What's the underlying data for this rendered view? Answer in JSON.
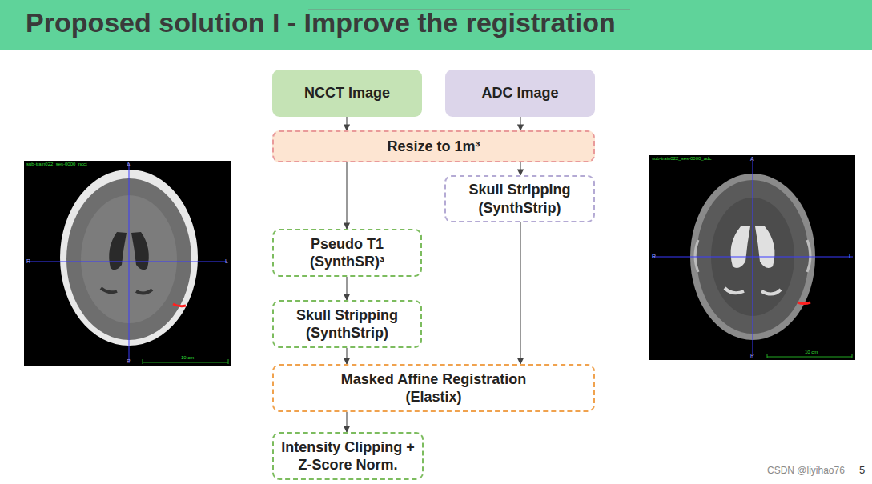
{
  "diagram": {
    "title": "Proposed solution I - Improve the registration",
    "nodes": [
      {
        "text": [
          "NCCT Image"
        ]
      },
      {
        "text": [
          "ADC Image"
        ]
      },
      {
        "text": [
          "Resize to 1m³"
        ]
      },
      {
        "text": [
          "Skull Stripping (SynthStrip)"
        ]
      },
      {
        "text": [
          "Pseudo T1 (SynthSR)³"
        ]
      },
      {
        "text": [
          "Skull Stripping (SynthStrip)"
        ]
      },
      {
        "text": [
          "Masked Affine Registration (Elastix)"
        ]
      },
      {
        "text": [
          "Intensity Clipping + Z-Score Norm."
        ]
      }
    ],
    "edges": [
      {
        "from": 0,
        "to": 2,
        "arrow": "to"
      },
      {
        "from": 1,
        "to": 2,
        "arrow": "to"
      },
      {
        "from": 2,
        "to": 3,
        "arrow": "to"
      },
      {
        "from": 2,
        "to": 4,
        "arrow": "to"
      },
      {
        "from": 4,
        "to": 5,
        "arrow": "to"
      },
      {
        "from": 5,
        "to": 6,
        "arrow": "to"
      },
      {
        "from": 3,
        "to": 6,
        "arrow": "to"
      },
      {
        "from": 6,
        "to": 7,
        "arrow": "to"
      }
    ],
    "labels": [
      "sub-train022_ses-0000_ncct",
      "A",
      "R",
      "L",
      "P",
      "10 cm",
      "sub-train022_ses-0000_adc",
      "A",
      "R",
      "L",
      "P",
      "10 cm",
      "CSDN @liyihao76",
      "5"
    ]
  }
}
